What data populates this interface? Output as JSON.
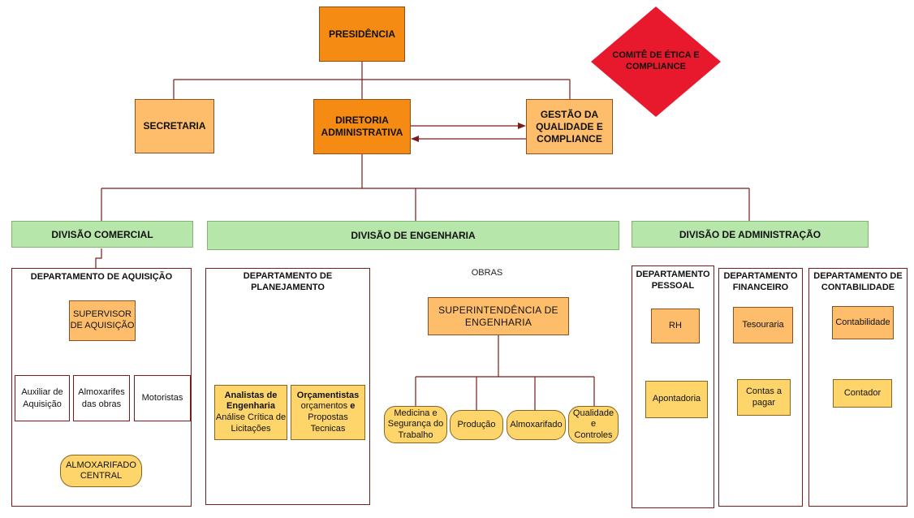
{
  "top": {
    "presidencia": "PRESIDÊNCIA",
    "comite": "COMITÊ DE ÉTICA E COMPLIANCE",
    "secretaria": "SECRETARIA",
    "diretoria": "DIRETORIA ADMINISTRATIVA",
    "gestao": "GESTÃO DA QUALIDADE E COMPLIANCE"
  },
  "divisions": {
    "comercial": "DIVISÃO  COMERCIAL",
    "engenharia": "DIVISÃO DE ENGENHARIA",
    "administracao": "DIVISÃO DE ADMINISTRAÇÃO"
  },
  "aquisicao": {
    "title": "DEPARTAMENTO DE AQUISIÇÃO",
    "supervisor": "SUPERVISOR DE AQUISIÇÃO",
    "auxiliar": "Auxiliar de Aquisição",
    "almoxarifes": "Almoxarifes das obras",
    "motoristas": "Motoristas",
    "central": "ALMOXARIFADO CENTRAL"
  },
  "planejamento": {
    "title": "DEPARTAMENTO DE PLANEJAMENTO",
    "analistas_title": "Analistas de Engenharia",
    "analistas_desc": "Análise Crítica de Licitações",
    "orcamentistas_title": "Orçamentistas",
    "orcamentistas_desc1": "orçamentos",
    "orcamentistas_e": "e",
    "orcamentistas_desc2": "Propostas Tecnicas"
  },
  "obras": {
    "label": "OBRAS",
    "superintendencia": "SUPERINTENDÊNCIA DE ENGENHARIA",
    "medicina": "Medicina e Segurança do Trabalho",
    "producao": "Produção",
    "almoxarifado": "Almoxarifado",
    "qualidade": "Qualidade e Controles"
  },
  "pessoal": {
    "title": "DEPARTAMENTO PESSOAL",
    "rh": "RH",
    "apontadoria": "Apontadoria"
  },
  "financeiro": {
    "title": "DEPARTAMENTO FINANCEIRO",
    "tesouraria": "Tesouraria",
    "contas": "Contas a pagar"
  },
  "contabilidade": {
    "title": "DEPARTAMENTO DE CONTABILIDADE",
    "contabilidade": "Contabilidade",
    "contador": "Contador"
  },
  "colors": {
    "line": "#7a1c1c",
    "dark_orange": "#f58b12",
    "light_orange": "#fdbd6b",
    "yellow": "#fdd56a",
    "green": "#b6e6a9",
    "red": "#e8192c"
  }
}
